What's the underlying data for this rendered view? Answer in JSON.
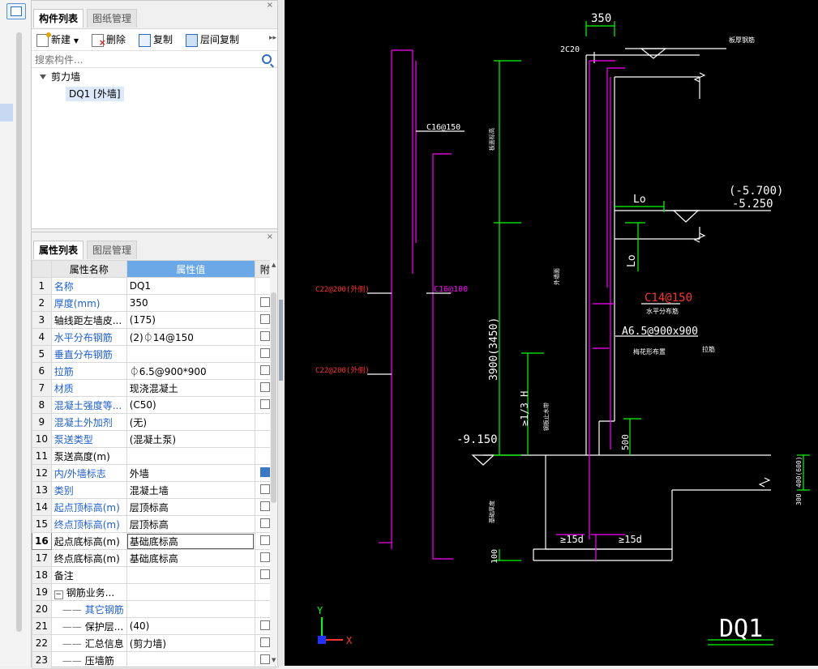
{
  "component_panel": {
    "tabs": [
      "构件列表",
      "图纸管理"
    ],
    "toolbar": {
      "new": "新建",
      "delete": "删除",
      "copy": "复制",
      "floor_copy": "层间复制"
    },
    "search_placeholder": "搜索构件...",
    "tree": {
      "category": "剪力墙",
      "item": "DQ1 [外墙]"
    }
  },
  "property_panel": {
    "tabs": [
      "属性列表",
      "图层管理"
    ],
    "headers": {
      "name": "属性名称",
      "value": "属性值",
      "extra": "附"
    },
    "rows": [
      {
        "n": "1",
        "name": "名称",
        "value": "DQ1"
      },
      {
        "n": "2",
        "name": "厚度(mm)",
        "value": "350"
      },
      {
        "n": "3",
        "name": "轴线距左墙皮...",
        "value": "(175)"
      },
      {
        "n": "4",
        "name": "水平分布钢筋",
        "value": "(2)⏀14@150"
      },
      {
        "n": "5",
        "name": "垂直分布钢筋",
        "value": ""
      },
      {
        "n": "6",
        "name": "拉筋",
        "value": "⏀6.5@900*900"
      },
      {
        "n": "7",
        "name": "材质",
        "value": "现浇混凝土"
      },
      {
        "n": "8",
        "name": "混凝土强度等...",
        "value": "(C50)"
      },
      {
        "n": "9",
        "name": "混凝土外加剂",
        "value": "(无)"
      },
      {
        "n": "10",
        "name": "泵送类型",
        "value": "(混凝土泵)"
      },
      {
        "n": "11",
        "name": "泵送高度(m)",
        "value": ""
      },
      {
        "n": "12",
        "name": "内/外墙标志",
        "value": "外墙"
      },
      {
        "n": "13",
        "name": "类别",
        "value": "混凝土墙"
      },
      {
        "n": "14",
        "name": "起点顶标高(m)",
        "value": "层顶标高"
      },
      {
        "n": "15",
        "name": "终点顶标高(m)",
        "value": "层顶标高"
      },
      {
        "n": "16",
        "name": "起点底标高(m)",
        "value": "基础底标高"
      },
      {
        "n": "17",
        "name": "终点底标高(m)",
        "value": "基础底标高"
      },
      {
        "n": "18",
        "name": "备注",
        "value": ""
      },
      {
        "n": "19",
        "name": "钢筋业务...",
        "value": ""
      },
      {
        "n": "20",
        "name": "其它钢筋",
        "value": ""
      },
      {
        "n": "21",
        "name": "保护层...",
        "value": "(40)"
      },
      {
        "n": "22",
        "name": "汇总信息",
        "value": "(剪力墙)"
      },
      {
        "n": "23",
        "name": "压墙筋",
        "value": ""
      }
    ]
  },
  "drawing": {
    "dim_top": "350",
    "rebar_2c20": "2C20",
    "note_top_right": "板厚钢筋",
    "c16_150": "C16@150",
    "c16_100": "C16@100",
    "c22_200_a": "C22@200(外侧)",
    "c22_200_b": "C22@200(外侧)",
    "elev_upper": "(-5.700)",
    "elev_upper2": "-5.250",
    "lo_h": "Lo",
    "lo_v": "Lo",
    "c14_150": "C14@150",
    "note_c14": "水平分布筋",
    "a65": "A6.5@900x900",
    "note_a65": "梅花形布置",
    "note_tie": "拉筋",
    "dim_height": "3900(3450)",
    "h13": "≥1/3 H",
    "note_h13": "钢板止水带",
    "dim_500": "500",
    "elev_bottom": "-9.150",
    "dim_400": "400(600)",
    "dim_300": "300",
    "ge15d_a": "≥15d",
    "ge15d_b": "≥15d",
    "dim_100": "100",
    "note_ext": "外墙面",
    "note_side": "板面标高",
    "note_base": "基础厚度",
    "label_dq1": "DQ1",
    "axis_y": "Y",
    "axis_x": "X"
  }
}
